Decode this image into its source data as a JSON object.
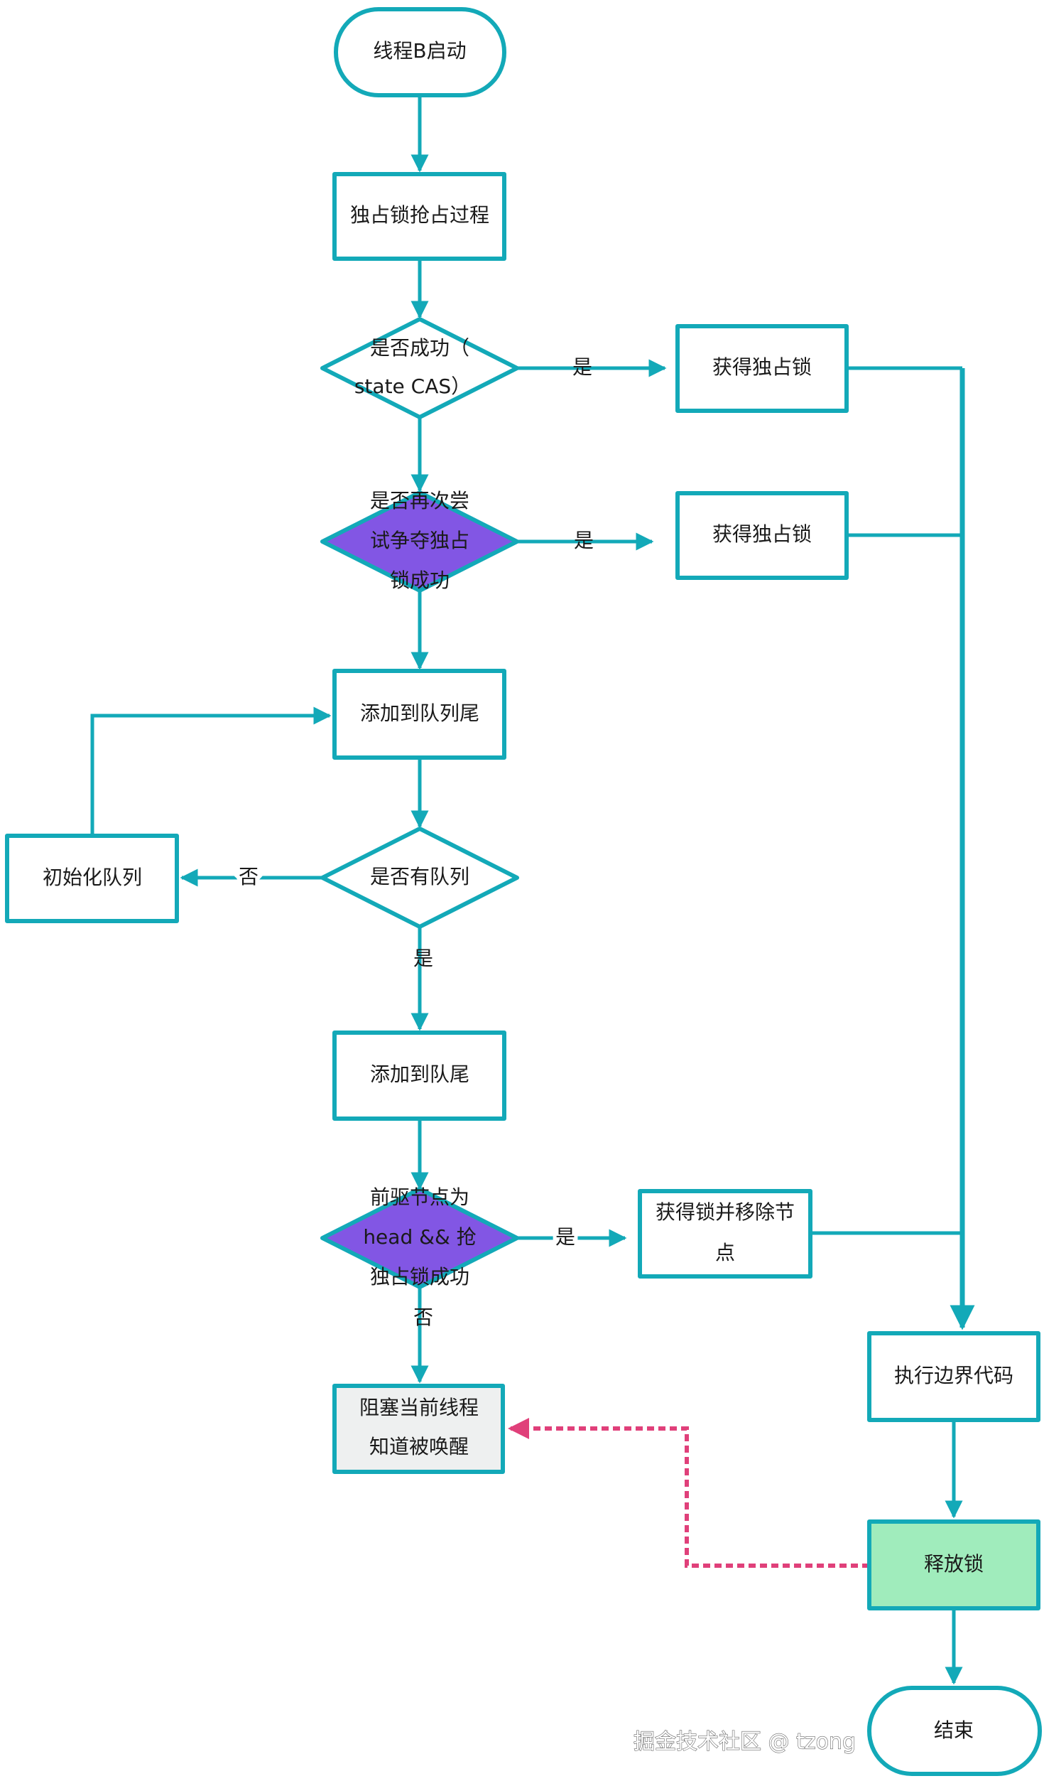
{
  "colors": {
    "stroke": "#13a9b8",
    "decision_highlight": "#8256e4",
    "release_fill": "#a0ecbc",
    "block_fill": "#eef0f0",
    "wakeup_dashed": "#e0407a"
  },
  "nodes": {
    "start": "线程B启动",
    "acquire": "独占锁抢占过程",
    "cas_decision": [
      "是否成功（",
      "state CAS）"
    ],
    "got_lock_1": "获得独占锁",
    "retry_decision": [
      "是否再次尝",
      "试争夺独占",
      "锁成功"
    ],
    "got_lock_2": "获得独占锁",
    "add_queue_tail": "添加到队列尾",
    "init_queue": "初始化队列",
    "has_queue_decision": "是否有队列",
    "add_tail": "添加到队尾",
    "head_decision": [
      "前驱节点为",
      "head && 抢",
      "独占锁成功"
    ],
    "got_lock_remove": [
      "获得锁并移除节",
      "点"
    ],
    "block": [
      "阻塞当前线程",
      "知道被唤醒"
    ],
    "exec": "执行边界代码",
    "release": "释放锁",
    "end": "结束"
  },
  "edge_labels": {
    "yes1": "是",
    "yes2": "是",
    "no_queue": "否",
    "yes_queue": "是",
    "yes_head": "是",
    "no_head": "否"
  },
  "watermark": "掘金技术社区 @ tzong"
}
